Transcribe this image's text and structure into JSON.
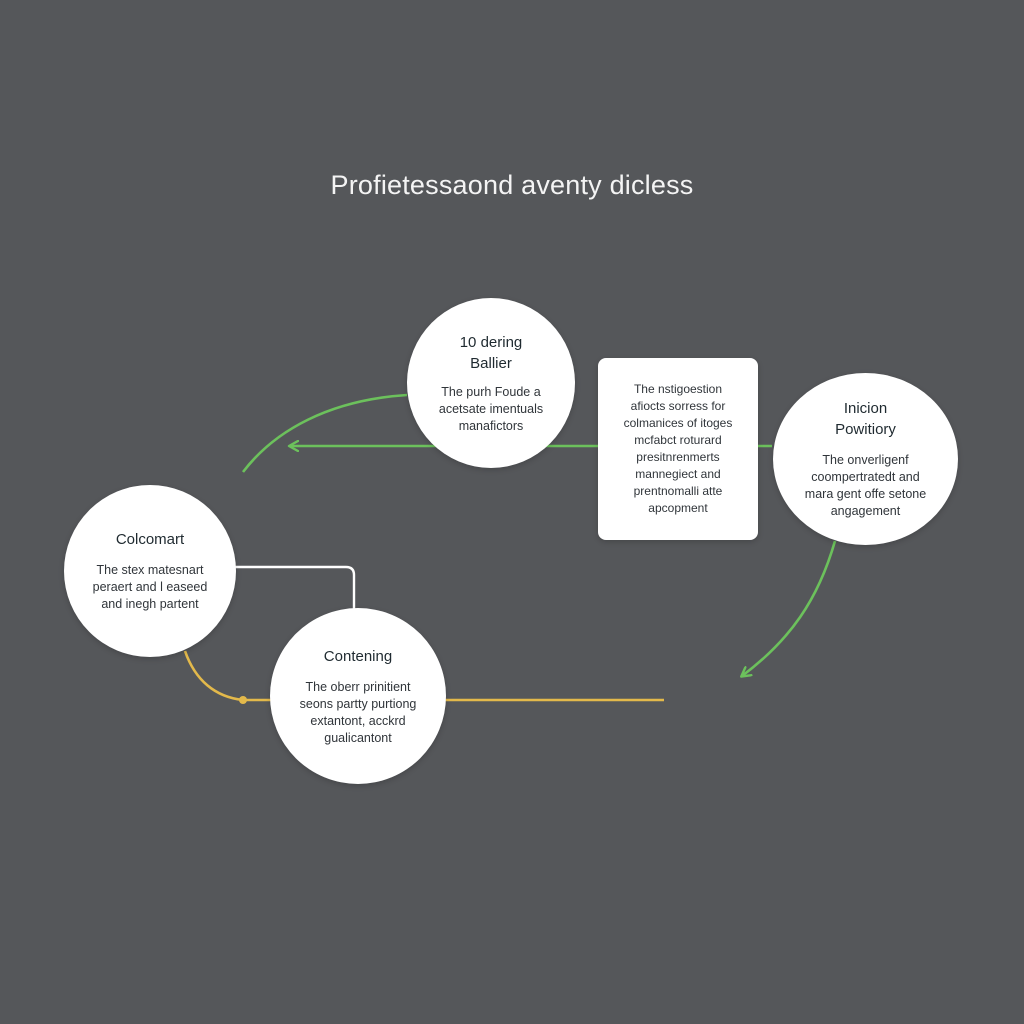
{
  "title": "Profietessaond aventy dicless",
  "colors": {
    "background": "#55575a",
    "node_fill": "#ffffff",
    "green_connector": "#6cc15c",
    "yellow_connector": "#e3b94b",
    "white_connector": "#ffffff"
  },
  "nodes": {
    "ballier": {
      "title": "10 dering\nBallier",
      "body": "The purh Foude a\nacetsate imentuals\nmanafictors"
    },
    "rect": {
      "title": "",
      "body": "The nstigoestion\nafiocts sorress for\ncolmanices of itoges\nmcfabct roturard\npresitnrenmerts\nmannegiect and\nprentnomalli atte\napcopment"
    },
    "powitiory": {
      "title": "Inicion\nPowitiory",
      "body": "The onverligenf\ncoompertratedt and\nmara gent offe setone\nangagement"
    },
    "colcomart": {
      "title": "Colcomart",
      "body": "The stex matesnart\nperaert and l easeed\nand inegh partent"
    },
    "contening": {
      "title": "Contening",
      "body": "The oberr prinitient\nseons partty purtiong\nextantont, acckrd\ngualicantont"
    }
  }
}
